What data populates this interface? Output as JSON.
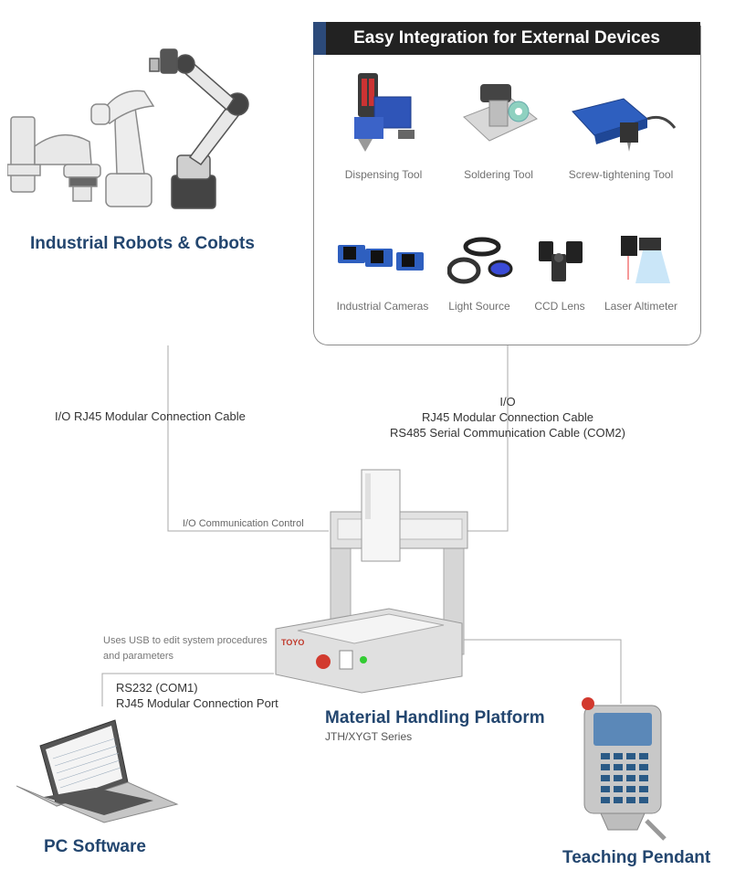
{
  "panel": {
    "title": "Easy Integration for External Devices",
    "devices_row1": [
      "Dispensing Tool",
      "Soldering Tool",
      "Screw-tightening Tool"
    ],
    "devices_row2": [
      "Industrial Cameras",
      "Light Source",
      "CCD Lens",
      "Laser Altimeter"
    ]
  },
  "robots": {
    "title": "Industrial Robots & Cobots"
  },
  "cables": {
    "left": "I/O RJ45 Modular Connection Cable",
    "right_l1": "I/O",
    "right_l2": "RJ45 Modular Connection Cable",
    "right_l3": "RS485 Serial Communication Cable (COM2)",
    "io_comm": "I/O Communication Control",
    "usb_l1": "Uses USB to edit system procedures",
    "usb_l2": "and parameters",
    "rs232_l1": "RS232 (COM1)",
    "rs232_l2": "RJ45 Modular Connection Port"
  },
  "platform": {
    "title": "Material Handling Platform",
    "series": "JTH/XYGT Series",
    "brand": "TOYO"
  },
  "pc": {
    "title": "PC Software"
  },
  "pendant": {
    "title": "Teaching Pendant"
  },
  "colors": {
    "title_blue": "#23466f",
    "header_bg": "#222222",
    "accent_red": "#c0392b"
  }
}
